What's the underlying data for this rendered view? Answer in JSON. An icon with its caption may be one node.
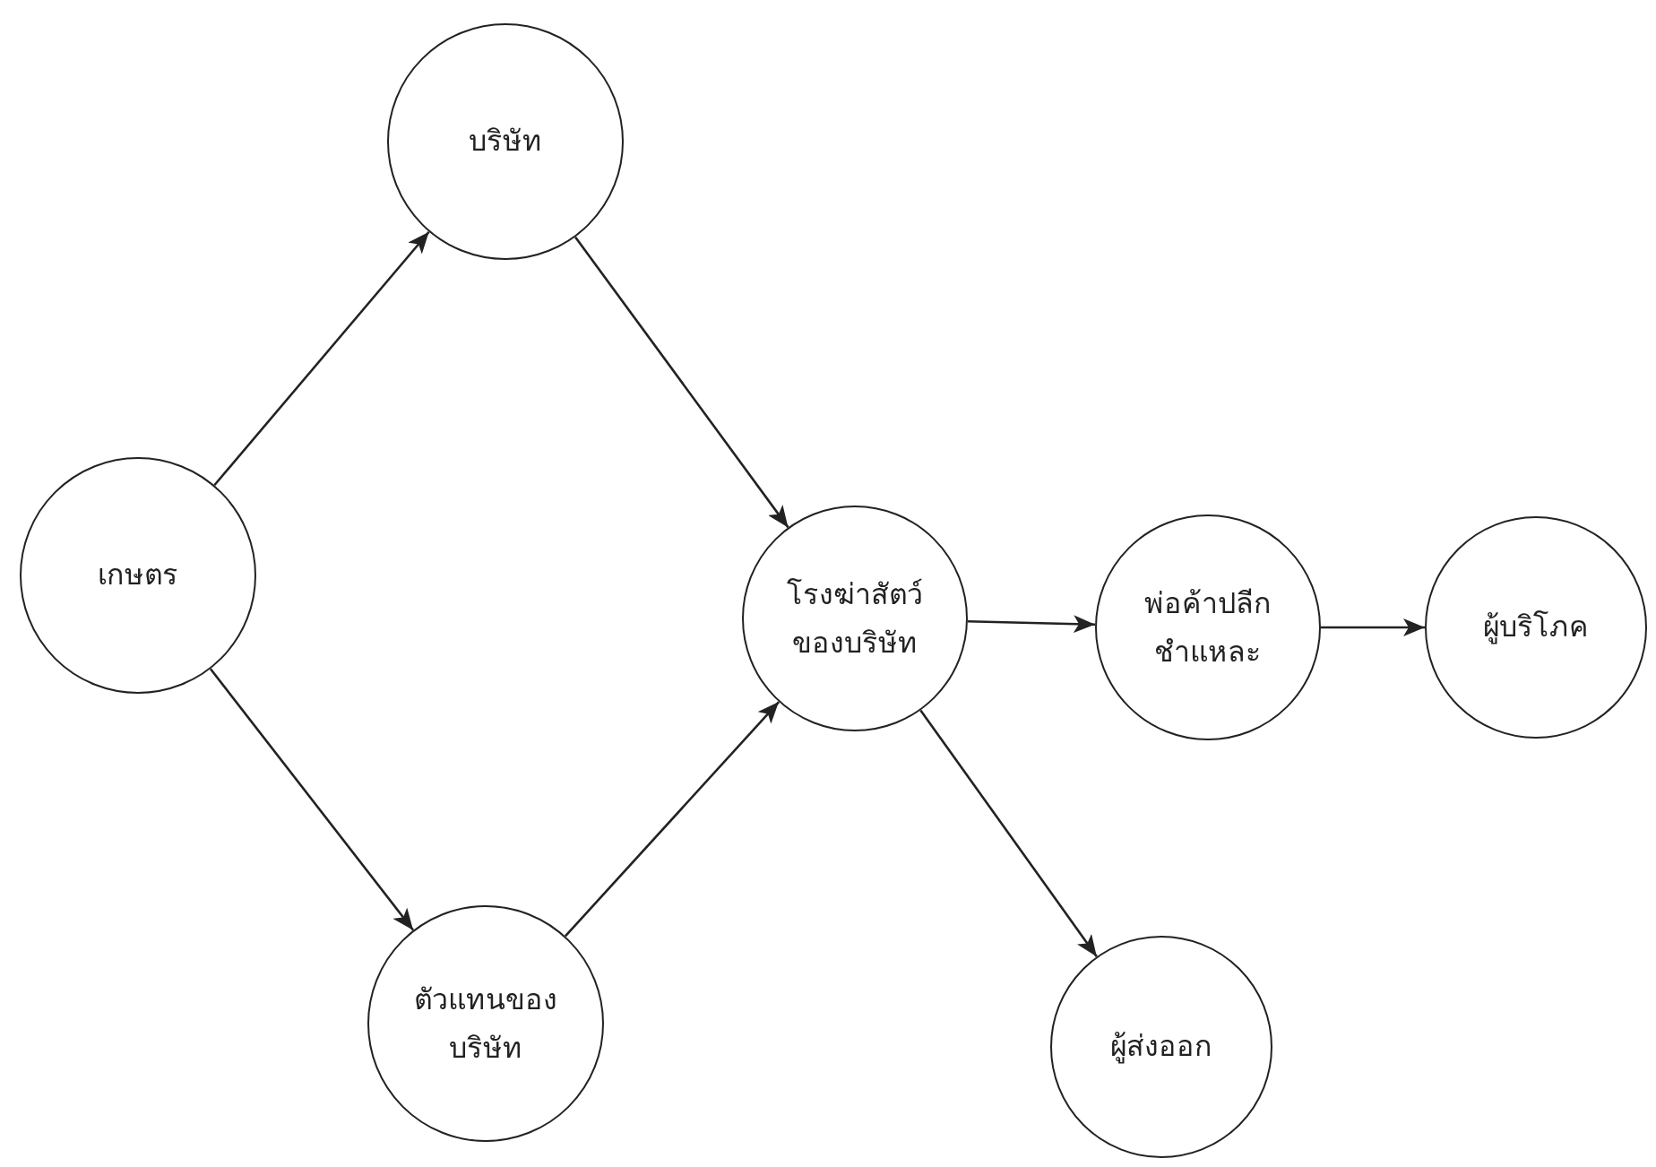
{
  "diagram": {
    "nodes": [
      {
        "text": [
          "เกษตร"
        ]
      },
      {
        "text": [
          "บริษัท"
        ]
      },
      {
        "text": [
          "ตัวแทนของบริษัท"
        ]
      },
      {
        "text": [
          "โรงฆ่าสัตว์ของบริษัท"
        ]
      },
      {
        "text": [
          "พ่อค้าปลีกชำแหละ"
        ]
      },
      {
        "text": [
          "ผู้บริโภค"
        ]
      },
      {
        "text": [
          "ผู้ส่งออก"
        ]
      }
    ],
    "edges": [
      {
        "from": 0,
        "to": 1,
        "arrow": "to"
      },
      {
        "from": 0,
        "to": 2,
        "arrow": "to"
      },
      {
        "from": 1,
        "to": 3,
        "arrow": "to"
      },
      {
        "from": 2,
        "to": 3,
        "arrow": "to"
      },
      {
        "from": 3,
        "to": 4,
        "arrow": "to"
      },
      {
        "from": 4,
        "to": 5,
        "arrow": "to"
      },
      {
        "from": 3,
        "to": 6,
        "arrow": "to"
      }
    ]
  }
}
